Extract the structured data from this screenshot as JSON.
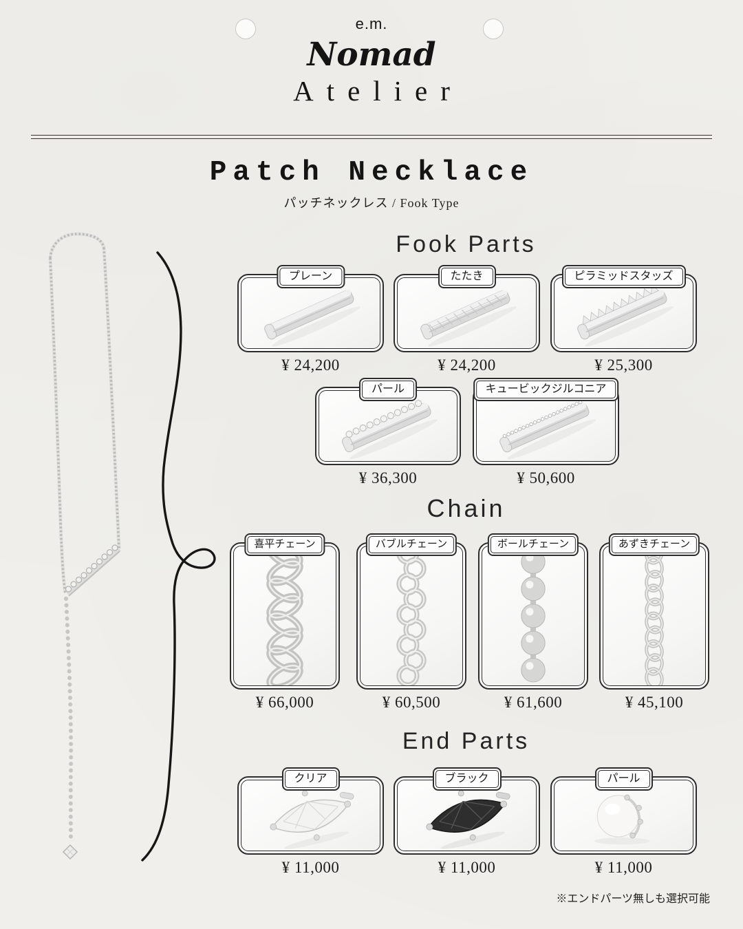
{
  "brand": {
    "em": "e.m.",
    "nomad": "Nomad",
    "atelier": "Atelier"
  },
  "title": "Patch Necklace",
  "subtitle": "パッチネックレス / Fook Type",
  "fook_parts": {
    "heading": "Fook Parts",
    "items": [
      {
        "label": "プレーン",
        "price": "¥ 24,200"
      },
      {
        "label": "たたき",
        "price": "¥ 24,200"
      },
      {
        "label": "ピラミッドスタッズ",
        "price": "¥ 25,300"
      },
      {
        "label": "パール",
        "price": "¥ 36,300"
      },
      {
        "label": "キュービックジルコニア",
        "price": "¥ 50,600"
      }
    ]
  },
  "chain": {
    "heading": "Chain",
    "items": [
      {
        "label": "喜平チェーン",
        "price": "¥ 66,000"
      },
      {
        "label": "バブルチェーン",
        "price": "¥ 60,500"
      },
      {
        "label": "ボールチェーン",
        "price": "¥ 61,600"
      },
      {
        "label": "あずきチェーン",
        "price": "¥ 45,100"
      }
    ]
  },
  "end_parts": {
    "heading": "End Parts",
    "items": [
      {
        "label": "クリア",
        "price": "¥ 11,000"
      },
      {
        "label": "ブラック",
        "price": "¥ 11,000"
      },
      {
        "label": "パール",
        "price": "¥ 11,000"
      }
    ]
  },
  "footnote": "※エンドパーツ無しも選択可能",
  "colors": {
    "background": "#f0efeb",
    "card_background": "#fdfdfd",
    "line": "#2c2c2c",
    "silver": "#c9c9c9",
    "text": "#1d1d1d"
  }
}
